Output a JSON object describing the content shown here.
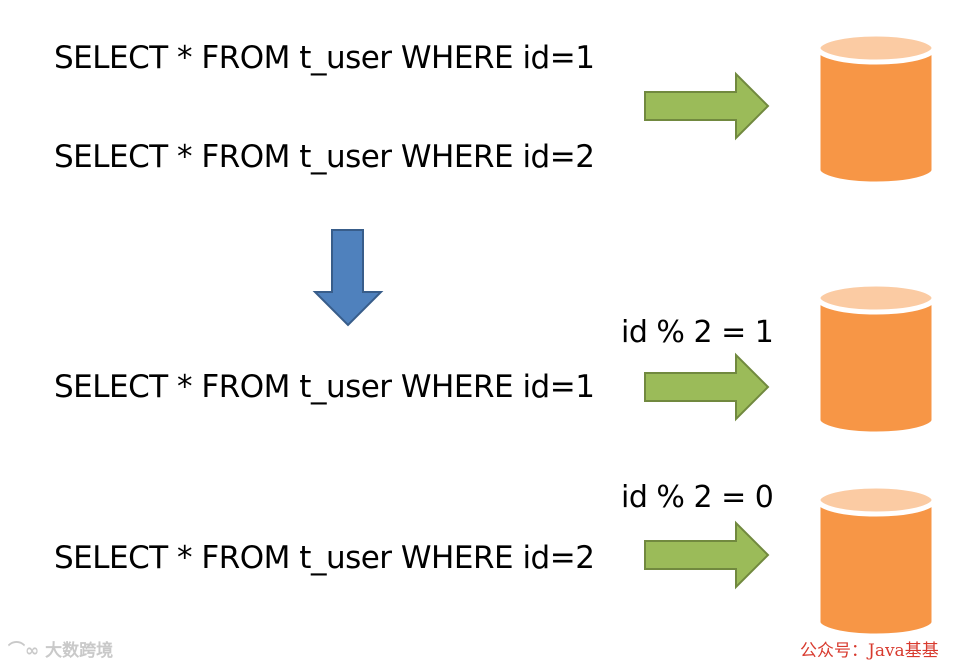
{
  "top": {
    "query_1": "SELECT * FROM t_user WHERE id=1",
    "query_2": "SELECT * FROM t_user WHERE id=2"
  },
  "bottom": {
    "query_1": "SELECT * FROM t_user WHERE id=1",
    "condition_1": "id % 2 = 1",
    "query_2": "SELECT * FROM t_user WHERE id=2",
    "condition_2": "id % 2 = 0"
  },
  "watermarks": {
    "left": "大数跨境",
    "right": "公众号：Java基基"
  },
  "colors": {
    "green_arrow_fill": "#9bbb59",
    "green_arrow_stroke": "#71893f",
    "blue_arrow_fill": "#4f81bd",
    "blue_arrow_stroke": "#385d8a",
    "database_body": "#f79646",
    "database_top": "#fbcba3",
    "database_outline": "#ffffff"
  },
  "icons": {
    "arrow_right": "green-arrow-right-icon",
    "arrow_down": "blue-arrow-down-icon",
    "database": "database-cylinder-icon"
  }
}
